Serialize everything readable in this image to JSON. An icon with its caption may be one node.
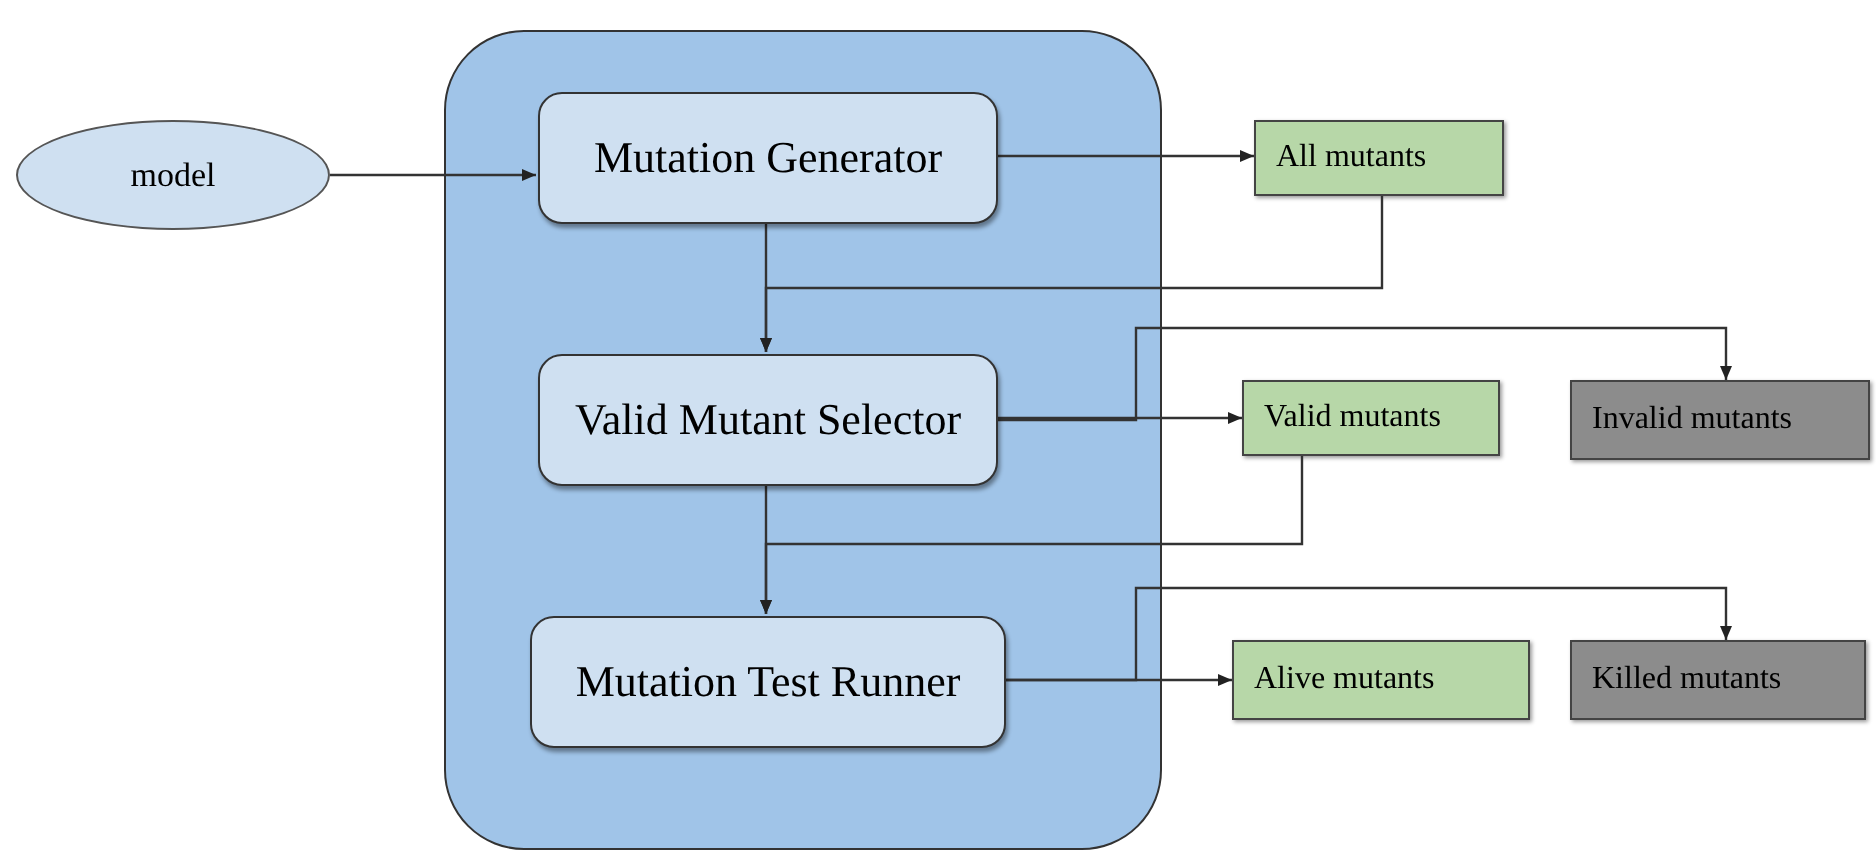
{
  "diagram": {
    "nodes": [
      {
        "text": [
          "model"
        ]
      },
      {
        "text": [],
        "shape": "box"
      },
      {
        "text": [
          "Mutation Generator"
        ],
        "in": 1
      },
      {
        "text": [
          "Valid Mutant Selector"
        ],
        "in": 1
      },
      {
        "text": [
          "Mutation Test Runner"
        ],
        "in": 1
      },
      {
        "text": [
          "All mutants"
        ]
      },
      {
        "text": [
          "Valid mutants"
        ]
      },
      {
        "text": [
          "Invalid mutants"
        ]
      },
      {
        "text": [
          "Alive mutants"
        ]
      },
      {
        "text": [
          "Killed mutants"
        ]
      }
    ],
    "edges": [
      {
        "from": 0,
        "to": 2,
        "arrow": "to"
      },
      {
        "from": 2,
        "to": 5,
        "arrow": "to"
      },
      {
        "from": 5,
        "to": 3,
        "arrow": "to"
      },
      {
        "from": 2,
        "to": 3,
        "arrow": "to"
      },
      {
        "from": 3,
        "to": 6,
        "arrow": "to"
      },
      {
        "from": 3,
        "to": 7,
        "arrow": "to"
      },
      {
        "from": 6,
        "to": 4,
        "arrow": "to"
      },
      {
        "from": 3,
        "to": 4,
        "arrow": "to"
      },
      {
        "from": 4,
        "to": 8,
        "arrow": "to"
      },
      {
        "from": 4,
        "to": 9,
        "arrow": "to"
      }
    ]
  }
}
